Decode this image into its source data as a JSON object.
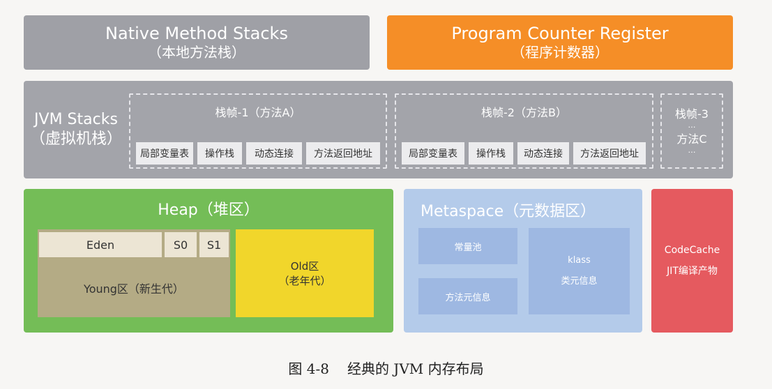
{
  "native_method_stacks": {
    "title": "Native Method Stacks",
    "subtitle": "（本地方法栈）"
  },
  "program_counter_register": {
    "title": "Program Counter Register",
    "subtitle": "（程序计数器）"
  },
  "jvm_stacks": {
    "title": "JVM Stacks",
    "subtitle": "（虚拟机栈）",
    "frames": [
      {
        "title": "栈帧-1（方法A）",
        "cells": [
          "局部变量表",
          "操作栈",
          "动态连接",
          "方法返回地址"
        ]
      },
      {
        "title": "栈帧-2（方法B）",
        "cells": [
          "局部变量表",
          "操作栈",
          "动态连接",
          "方法返回地址"
        ]
      },
      {
        "title": "栈帧-3",
        "dots_top": "…",
        "method": "方法C",
        "dots_bottom": "…"
      }
    ]
  },
  "heap": {
    "title": "Heap（堆区）",
    "eden": "Eden",
    "s0": "S0",
    "s1": "S1",
    "young": "Young区（新生代）",
    "old_line1": "Old区",
    "old_line2": "（老年代）"
  },
  "metaspace": {
    "title": "Metaspace（元数据区）",
    "constant_pool": "常量池",
    "method_info": "方法元信息",
    "klass": "klass",
    "klass_info": "类元信息"
  },
  "code_cache": {
    "title": "CodeCache",
    "subtitle": "JIT编译产物"
  },
  "caption": {
    "number": "图 4-8",
    "text": "经典的 JVM 内存布局"
  },
  "colors": {
    "gray_box": "#9fa0a6",
    "orange_box": "#f58e27",
    "heap_green": "#74bd57",
    "young_tan": "#b4ab85",
    "old_yellow": "#f1d62b",
    "metaspace_blue": "#b4cbea",
    "codecache_red": "#e55a5f"
  }
}
